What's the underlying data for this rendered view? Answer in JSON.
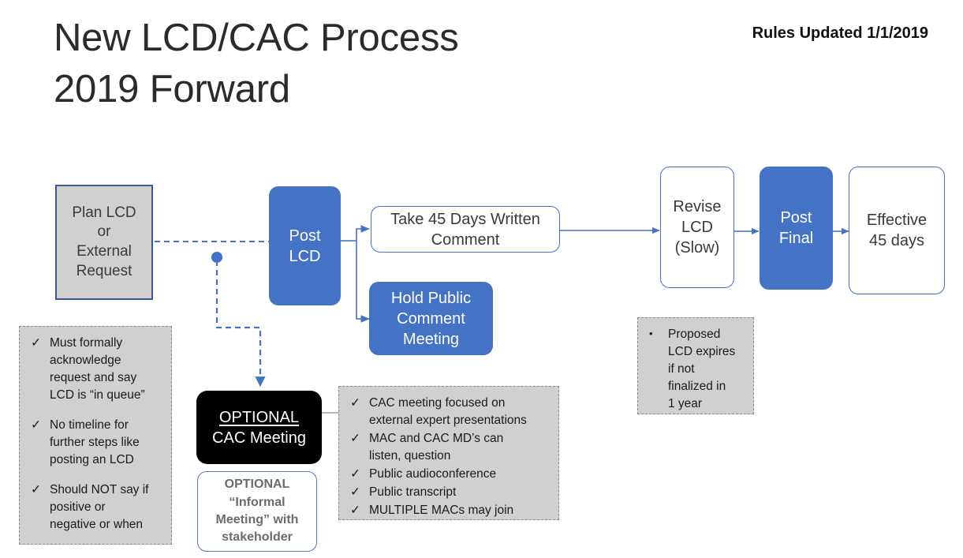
{
  "header": {
    "title": "New LCD/CAC Process\n2019 Forward",
    "rules_updated": "Rules Updated 1/1/2019"
  },
  "colors": {
    "accent_blue": "#4472c4",
    "note_gray": "#d0d0d0",
    "plan_border": "#3b5a94",
    "black_box": "#000000",
    "text_dark": "#3a3a3a"
  },
  "nodes": {
    "plan_lcd": "Plan LCD\nor\nExternal\nRequest",
    "post_lcd": "Post\nLCD",
    "take_45_days": "Take 45 Days Written\nComment",
    "hold_public_meeting": "Hold Public\nComment\nMeeting",
    "revise_lcd": "Revise\nLCD\n(Slow)",
    "post_final": "Post\nFinal",
    "effective_45_days": "Effective\n45 days",
    "cac_meeting_title": "OPTIONAL",
    "cac_meeting_sub": "CAC Meeting",
    "informal_meeting": "OPTIONAL\n“Informal\nMeeting” with\nstakeholder"
  },
  "notes": {
    "acknowledge": {
      "marker": "✓",
      "items": [
        "Must formally\nacknowledge\nrequest and say\nLCD is “in queue”",
        "No timeline for\nfurther steps like\nposting an LCD",
        "Should NOT say if\npositive or\nnegative or when"
      ]
    },
    "expiry": {
      "marker": "•",
      "items": [
        "Proposed\nLCD expires\nif not\nfinalized in\n1 year"
      ]
    },
    "cac_details": {
      "marker": "✓",
      "items": [
        "CAC meeting focused on\nexternal expert presentations",
        "MAC and CAC MD’s can\nlisten, question",
        "Public audioconference",
        "Public transcript",
        "MULTIPLE MACs may join"
      ]
    }
  }
}
